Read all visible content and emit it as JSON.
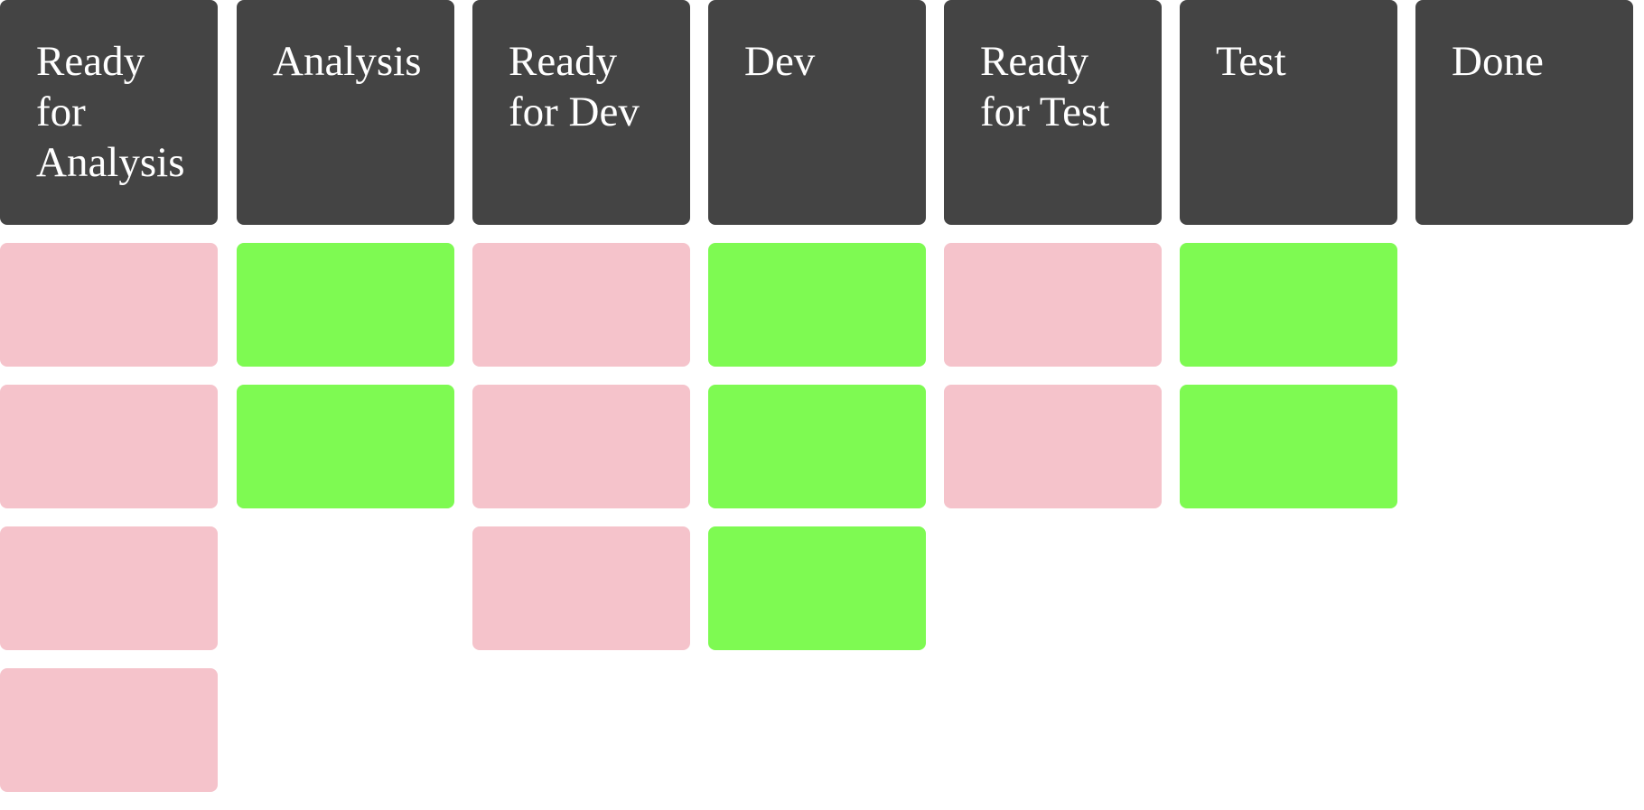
{
  "colors": {
    "header_bg": "#444444",
    "header_text": "#ffffff",
    "card_pink": "#f5c3cb",
    "card_green": "#7efa52"
  },
  "columns": [
    {
      "title": "Ready for Analysis",
      "cards": [
        "pink",
        "pink",
        "pink",
        "pink"
      ]
    },
    {
      "title": "Analysis",
      "cards": [
        "green",
        "green"
      ]
    },
    {
      "title": "Ready for Dev",
      "cards": [
        "pink",
        "pink",
        "pink"
      ]
    },
    {
      "title": "Dev",
      "cards": [
        "green",
        "green",
        "green"
      ]
    },
    {
      "title": "Ready for Test",
      "cards": [
        "pink",
        "pink"
      ]
    },
    {
      "title": "Test",
      "cards": [
        "green",
        "green"
      ]
    },
    {
      "title": "Done",
      "cards": []
    }
  ]
}
